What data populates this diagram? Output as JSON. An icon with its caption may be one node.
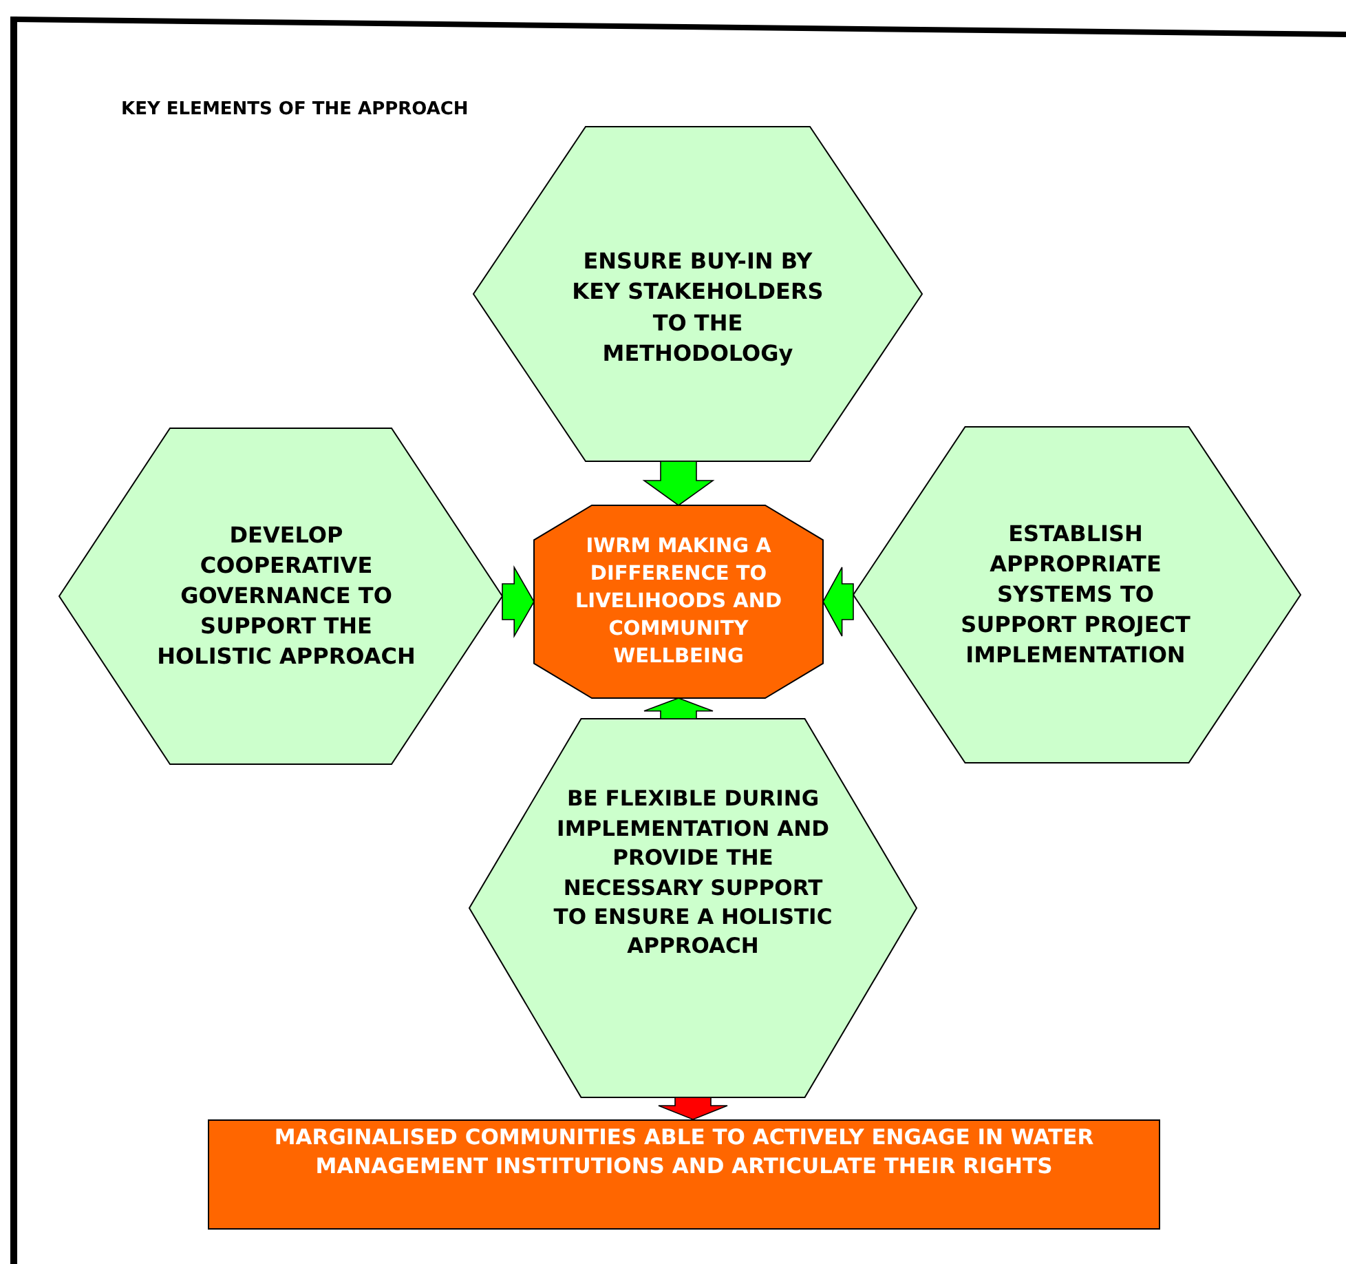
{
  "diagram": {
    "title": "KEY ELEMENTS OF THE APPROACH",
    "nodes": [
      {
        "text": [
          "ENSURE BUY-IN BY KEY STAKEHOLDERS TO THE METHODOLOGy"
        ]
      },
      {
        "text": [
          "DEVELOP COOPERATIVE GOVERNANCE TO SUPPORT THE HOLISTIC APPROACH"
        ]
      },
      {
        "text": [
          "IWRM MAKING A DIFFERENCE TO LIVELIHOODS AND COMMUNITY WELLBEING"
        ]
      },
      {
        "text": [
          "ESTABLISH APPROPRIATE SYSTEMS TO SUPPORT PROJECT IMPLEMENTATION"
        ]
      },
      {
        "text": [
          "BE FLEXIBLE  DURING IMPLEMENTATION AND PROVIDE THE NECESSARY SUPPORT TO  ENSURE A HOLISTIC APPROACH"
        ]
      },
      {
        "text": [
          "MARGINALISED COMMUNITIES ABLE TO ACTIVELY ENGAGE IN WATER MANAGEMENT INSTITUTIONS AND ARTICULATE THEIR RIGHTS"
        ]
      }
    ],
    "edges": [
      {
        "from": 0,
        "to": 2,
        "arrow": "to"
      },
      {
        "from": 1,
        "to": 2,
        "arrow": "to"
      },
      {
        "from": 3,
        "to": 2,
        "arrow": "to"
      },
      {
        "from": 4,
        "to": 2,
        "arrow": "to"
      },
      {
        "from": 4,
        "to": 5,
        "arrow": "to",
        "color": "#ff0000"
      }
    ]
  }
}
